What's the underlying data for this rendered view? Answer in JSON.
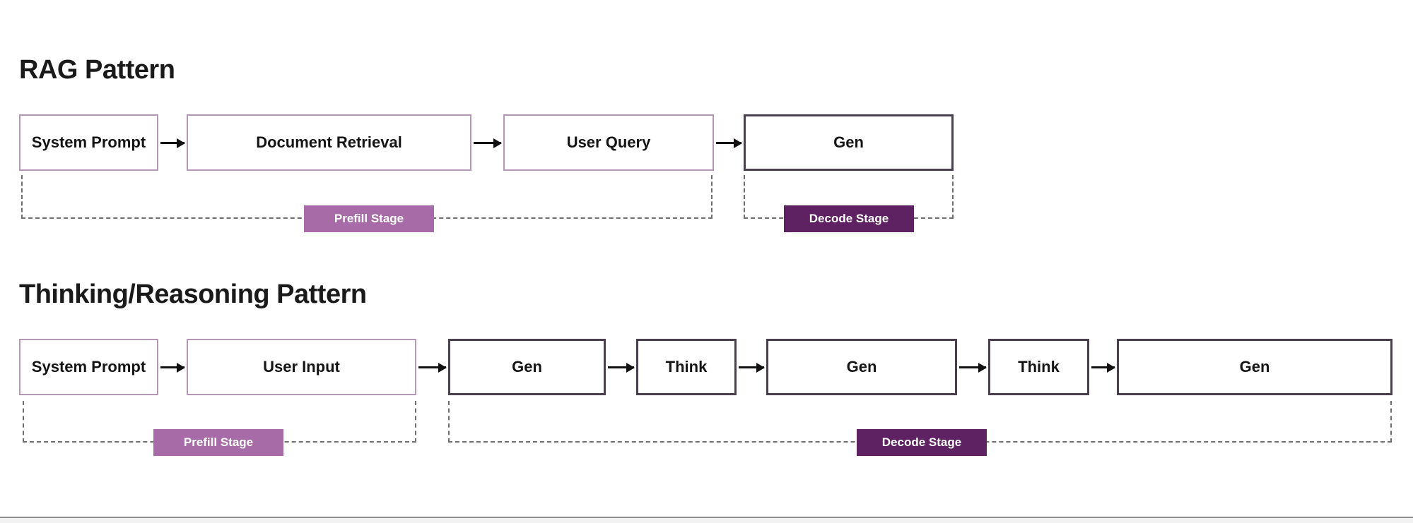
{
  "colors": {
    "background": "#ffffff",
    "box_border_light": "#b598b5",
    "box_border_dark": "#4a3f4d",
    "prefill_stage_bg": "#a76ca7",
    "decode_stage_bg": "#5e2162",
    "stage_text": "#ffffff",
    "box_text": "#141414",
    "title_text": "#1a1a1a",
    "arrow": "#111111",
    "dashed_bracket": "#6e6e6e"
  },
  "sections": [
    {
      "title": "RAG Pattern",
      "boxes": [
        {
          "label": "System Prompt",
          "style": "light"
        },
        {
          "label": "Document Retrieval",
          "style": "light"
        },
        {
          "label": "User Query",
          "style": "light"
        },
        {
          "label": "Gen",
          "style": "dark"
        }
      ],
      "stages": [
        {
          "label": "Prefill Stage",
          "type": "prefill"
        },
        {
          "label": "Decode Stage",
          "type": "decode"
        }
      ]
    },
    {
      "title": "Thinking/Reasoning Pattern",
      "boxes": [
        {
          "label": "System Prompt",
          "style": "light"
        },
        {
          "label": "User Input",
          "style": "light"
        },
        {
          "label": "Gen",
          "style": "dark"
        },
        {
          "label": "Think",
          "style": "dark"
        },
        {
          "label": "Gen",
          "style": "dark"
        },
        {
          "label": "Think",
          "style": "dark"
        },
        {
          "label": "Gen",
          "style": "dark"
        }
      ],
      "stages": [
        {
          "label": "Prefill Stage",
          "type": "prefill"
        },
        {
          "label": "Decode Stage",
          "type": "decode"
        }
      ]
    }
  ]
}
